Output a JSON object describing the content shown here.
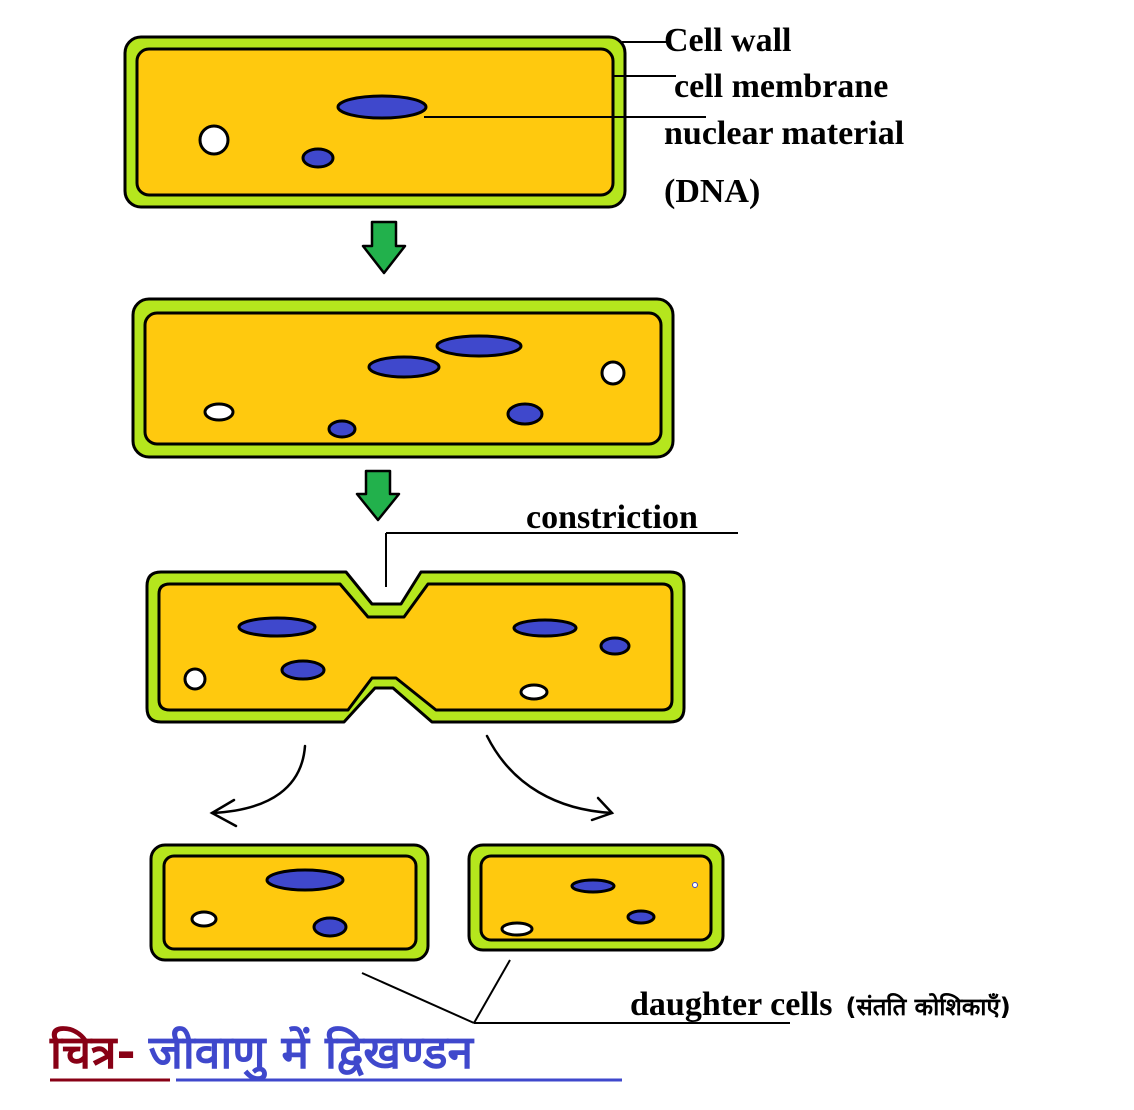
{
  "labels": {
    "cell_wall": "Cell wall",
    "cell_membrane": "cell membrane",
    "nuclear_material_1": "nuclear material",
    "nuclear_material_2": "(DNA)",
    "constriction": "constriction",
    "daughter_cells": "daughter cells",
    "daughter_cells_hindi": "(संतति कोशिकाएँ)"
  },
  "caption": {
    "prefix": "चित्र-",
    "text": "जीवाणु में द्विखण्डन"
  },
  "colors": {
    "cell_wall": "#B5E61D",
    "cytoplasm": "#FFC90E",
    "nucleoid": "#3F48CC",
    "arrow_down": "#22B14C",
    "caption_prefix": "#880015",
    "caption_text": "#3F48CC"
  }
}
